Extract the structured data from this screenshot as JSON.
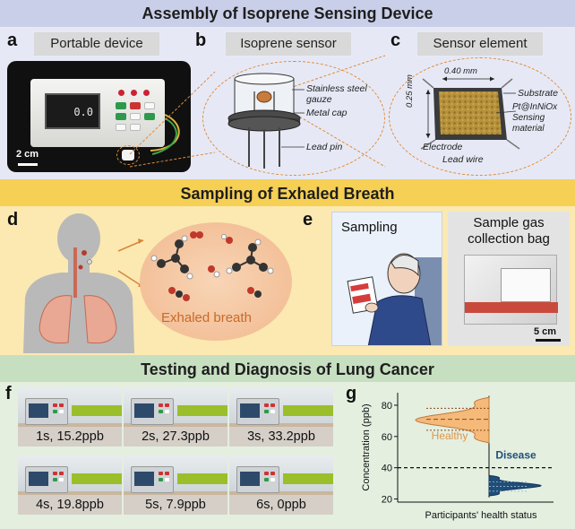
{
  "section_a": {
    "title": "Assembly of Isoprene Sensing Device",
    "panels": {
      "a": {
        "letter": "a",
        "label": "Portable device",
        "scale": "2 cm",
        "readout": "0.0"
      },
      "b": {
        "letter": "b",
        "label": "Isoprene sensor",
        "annotations": [
          "Stainless steel gauze",
          "Metal cap",
          "Lead pin"
        ]
      },
      "c": {
        "letter": "c",
        "label": "Sensor element",
        "width_dim": "0.40 mm",
        "height_dim": "0.25 mm",
        "annotations": [
          "Substrate",
          "Pt@InNiOx Sensing material",
          "Electrode",
          "Lead wire"
        ]
      }
    }
  },
  "section_b": {
    "title": "Sampling of Exhaled Breath",
    "panels": {
      "d": {
        "letter": "d",
        "caption": "Exhaled breath"
      },
      "e": {
        "letter": "e",
        "sampling_label": "Sampling",
        "bag_label": "Sample gas collection bag",
        "scale": "5 cm"
      }
    }
  },
  "section_c": {
    "title": "Testing and Diagnosis of Lung Cancer",
    "panels": {
      "f": {
        "letter": "f",
        "frames": [
          "1s, 15.2ppb",
          "2s, 27.3ppb",
          "3s, 33.2ppb",
          "4s, 19.8ppb",
          "5s, 7.9ppb",
          "6s, 0ppb"
        ]
      },
      "g": {
        "letter": "g"
      }
    }
  },
  "chart_data": {
    "type": "violin",
    "xlabel": "Participants' health status",
    "ylabel": "Concentration (ppb)",
    "ylim": [
      18,
      88
    ],
    "yticks": [
      20,
      40,
      60,
      80
    ],
    "threshold": 40,
    "series": [
      {
        "name": "Healthy",
        "min": 56,
        "max": 85,
        "quartiles": [
          64,
          71,
          78
        ],
        "color": "#f5b97a"
      },
      {
        "name": "Disease",
        "min": 22,
        "max": 35,
        "quartiles": [
          25,
          28,
          31
        ],
        "color": "#1f4e79"
      }
    ]
  },
  "colors": {
    "band_a": "#dfe3f2",
    "band_b": "#f8dc7a",
    "band_c": "#cfe3c9",
    "accent_orange": "#d9853a",
    "disease_blue": "#1f4e79"
  }
}
